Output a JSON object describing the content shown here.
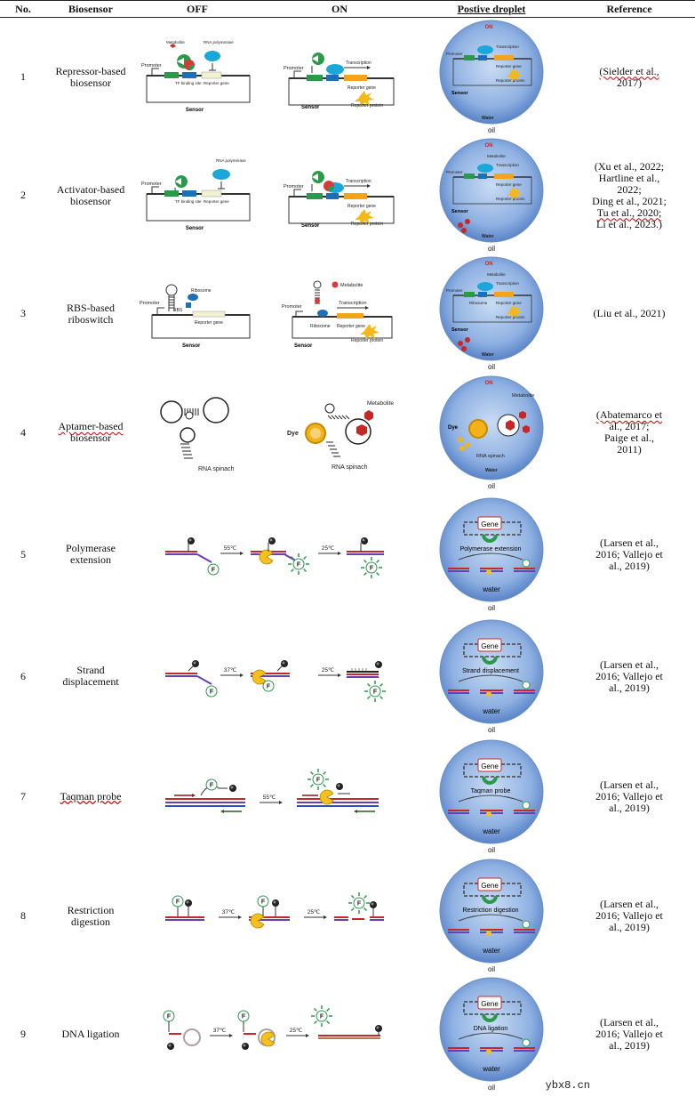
{
  "headers": {
    "no": "No.",
    "biosensor": "Biosensor",
    "off": "OFF",
    "on": "ON",
    "droplet": "Postive droplet",
    "reference": "Reference"
  },
  "labels": {
    "promoter": "Promoter",
    "sensor": "Sensor",
    "metabolite": "Metabolite",
    "rna_polymerase": "RNA polymerase",
    "tf_binding_site": "TF binding site",
    "reporter_gene": "Reporter gene",
    "transcription": "Transcription",
    "reporter_protein": "Reporter protein",
    "ribosome": "Ribosome",
    "rbs": "RBS",
    "dye": "Dye",
    "rna_spinach": "RNA spinach",
    "water": "water",
    "water_cap": "Water",
    "oil": "oil",
    "on_label": "ON",
    "gene": "Gene",
    "f": "F",
    "t55": "55℃",
    "t37": "37℃",
    "t25": "25℃"
  },
  "rows": [
    {
      "no": "1",
      "biosensor": [
        "Repressor-based",
        "biosensor"
      ],
      "reference": [
        "(Sielder et al.,",
        "2017)"
      ],
      "process": ""
    },
    {
      "no": "2",
      "biosensor": [
        "Activator-based",
        "biosensor"
      ],
      "reference": [
        "(Xu et al., 2022;",
        "Hartline et al.,",
        "2022;",
        "Ding et al., 2021;",
        "Tu et al., 2020;",
        "Li et al., 2023.)"
      ],
      "process": ""
    },
    {
      "no": "3",
      "biosensor": [
        "RBS-based",
        "riboswitch"
      ],
      "reference": [
        "(Liu et al., 2021)"
      ],
      "process": ""
    },
    {
      "no": "4",
      "biosensor": [
        "Aptamer-based",
        "biosensor"
      ],
      "reference": [
        "(Abatemarco et",
        "al., 2017;",
        "Paige et al.,",
        "2011)"
      ],
      "process": ""
    },
    {
      "no": "5",
      "biosensor": [
        "Polymerase",
        "extension"
      ],
      "reference": [
        "(Larsen et al.,",
        "2016; Vallejo et",
        "al., 2019)"
      ],
      "process": "Polymerase extension"
    },
    {
      "no": "6",
      "biosensor": [
        "Strand",
        "displacement"
      ],
      "reference": [
        "(Larsen et al.,",
        "2016; Vallejo et",
        "al., 2019)"
      ],
      "process": "Strand displacement"
    },
    {
      "no": "7",
      "biosensor": [
        "Taqman probe"
      ],
      "reference": [
        "(Larsen et al.,",
        "2016; Vallejo et",
        "al., 2019)"
      ],
      "process": "Taqman probe"
    },
    {
      "no": "8",
      "biosensor": [
        "Restriction",
        "digestion"
      ],
      "reference": [
        "(Larsen et al.,",
        "2016; Vallejo et",
        "al., 2019)"
      ],
      "process": "Restriction digestion"
    },
    {
      "no": "9",
      "biosensor": [
        "DNA ligation"
      ],
      "reference": [
        "(Larsen et al.,",
        "2016; Vallejo et",
        "al., 2019)"
      ],
      "process": "DNA ligation"
    }
  ],
  "watermark": "ybx8.cn"
}
